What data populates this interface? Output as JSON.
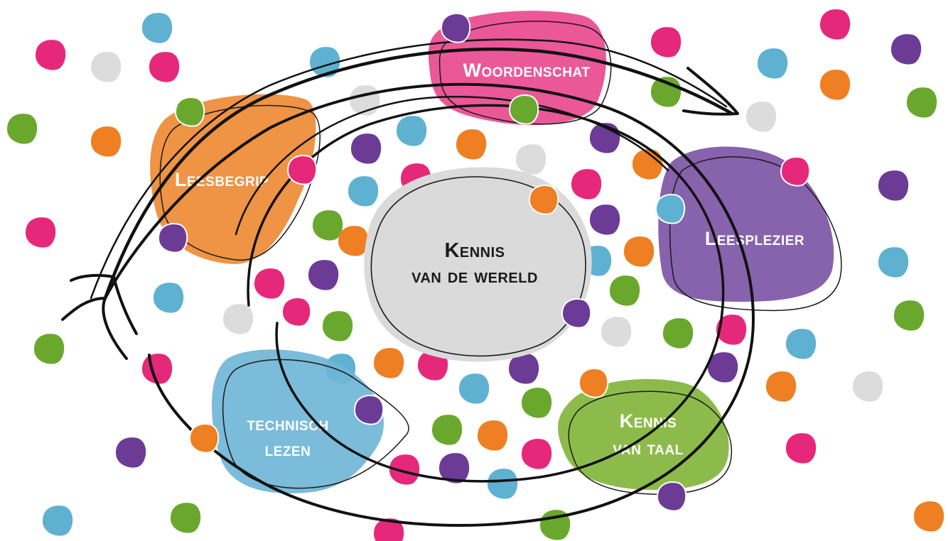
{
  "diagram": {
    "center": {
      "lines": [
        "Kennis",
        "van de wereld"
      ],
      "color": "#dadada"
    },
    "nodes": [
      {
        "id": "woordenschat",
        "lines": [
          "Woordenschat"
        ],
        "color": "#e84a8f"
      },
      {
        "id": "leesbegrip",
        "lines": [
          "Leesbegrip"
        ],
        "color": "#ee8a34"
      },
      {
        "id": "leesplezier",
        "lines": [
          "Leesplezier"
        ],
        "color": "#7d55a6"
      },
      {
        "id": "technisch-lezen",
        "lines": [
          "technisch",
          "lezen"
        ],
        "color": "#6fb6d6"
      },
      {
        "id": "kennis-van-taal",
        "lines": [
          "Kennis",
          "van taal"
        ],
        "color": "#83b53c"
      }
    ],
    "palette": {
      "pink": "#e5287a",
      "blue": "#5eb1d1",
      "green": "#6aa82d",
      "orange": "#ee7f22",
      "purple": "#6b3b96",
      "grey": "#dcdcdc",
      "arrow": "#111111"
    }
  }
}
